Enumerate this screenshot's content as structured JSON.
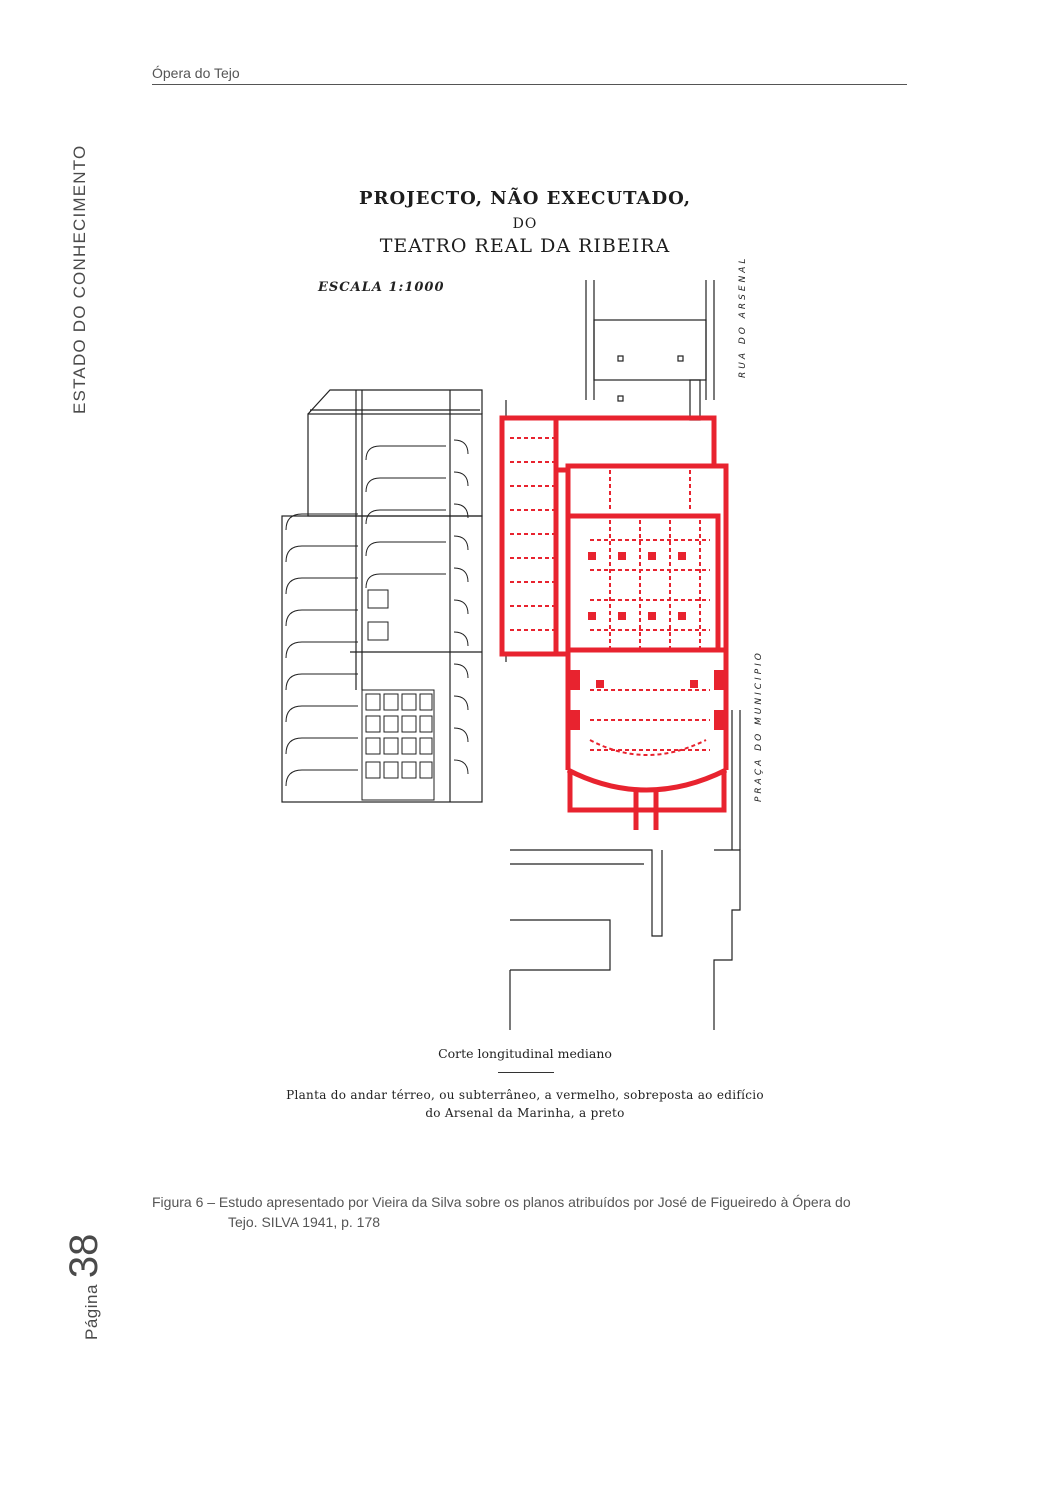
{
  "header": {
    "title": "Ópera do Tejo"
  },
  "side": {
    "section": "ESTADO DO CONHECIMENTO",
    "page_word": "Página",
    "page_number": "38"
  },
  "figure": {
    "title_line1": "PROJECTO, NÃO EXECUTADO,",
    "title_line2": "DO",
    "title_line3": "TEATRO REAL DA RIBEIRA",
    "scale": "ESCALA 1:1000",
    "street_arsenal": "RUA DO ARSENAL",
    "street_municipio": "PRAÇA DO MUNICIPIO",
    "section_caption": "Corte longitudinal mediano",
    "plan_caption_line1": "Planta do andar térreo, ou subterrâneo, a vermelho, sobreposta ao edifício",
    "plan_caption_line2": "do Arsenal da Marinha, a preto",
    "colors": {
      "red_plan": "#e8232f",
      "black_plan": "#222222"
    }
  },
  "caption": {
    "line1": "Figura 6 – Estudo apresentado por Vieira da Silva sobre os planos atribuídos por José de Figueiredo à Ópera do",
    "line2": "Tejo. SILVA 1941, p. 178"
  }
}
